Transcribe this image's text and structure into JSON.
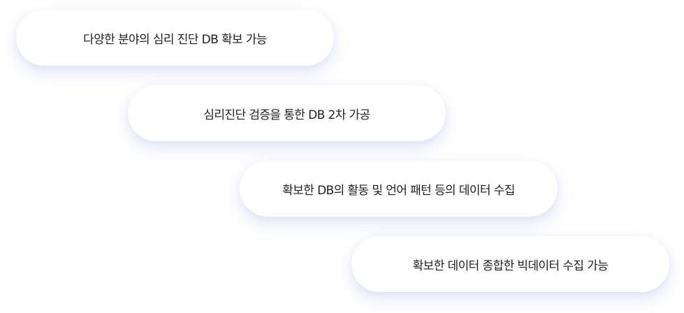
{
  "steps": [
    {
      "text": "다양한 분야의 심리 진단 DB 확보 가능"
    },
    {
      "text": "심리진단 검증을 통한 DB 2차 가공"
    },
    {
      "text": "확보한 DB의 활동 및 언어 패턴 등의 데이터 수집"
    },
    {
      "text": "확보한 데이터 종합한 빅데이터 수집 가능"
    }
  ]
}
